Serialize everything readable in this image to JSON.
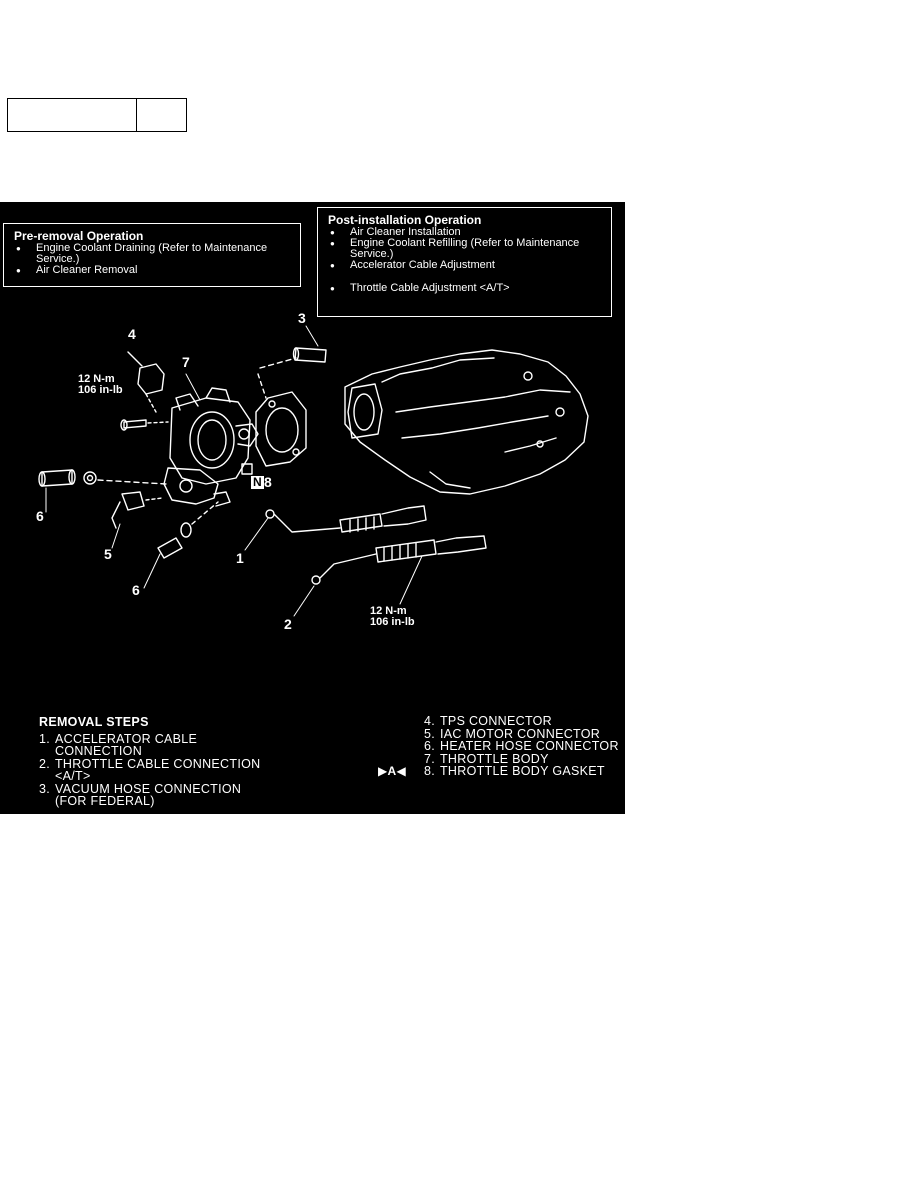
{
  "pre_removal": {
    "title": "Pre-removal Operation",
    "items": [
      "Engine Coolant Draining (Refer to Maintenance Service.)",
      "Air Cleaner Removal"
    ]
  },
  "post_installation": {
    "title": "Post-installation Operation",
    "items": [
      "Air Cleaner Installation",
      "Engine Coolant Refilling (Refer to Maintenance Service.)",
      "Accelerator Cable Adjustment",
      "Throttle Cable Adjustment <A/T>"
    ]
  },
  "callouts": {
    "c1": "1",
    "c2": "2",
    "c3": "3",
    "c4": "4",
    "c5": "5",
    "c6a": "6",
    "c6b": "6",
    "c7": "7",
    "c8": "8",
    "n_symbol": "N"
  },
  "torque": {
    "upper_nm": "12 N-m",
    "upper_inlb": "106 in-lb",
    "lower_nm": "12 N-m",
    "lower_inlb": "106 in-lb"
  },
  "removal_steps": {
    "title": "REMOVAL STEPS",
    "left": [
      {
        "num": "1.",
        "text": "ACCELERATOR CABLE\nCONNECTION"
      },
      {
        "num": "2.",
        "text": "THROTTLE CABLE CONNECTION\n<A/T>"
      },
      {
        "num": "3.",
        "text": "VACUUM HOSE CONNECTION\n(FOR FEDERAL)"
      }
    ],
    "right": [
      {
        "num": "4.",
        "text": "TPS CONNECTOR",
        "marker": ""
      },
      {
        "num": "5.",
        "text": "IAC MOTOR CONNECTOR",
        "marker": ""
      },
      {
        "num": "6.",
        "text": "HEATER HOSE CONNECTOR",
        "marker": ""
      },
      {
        "num": "7.",
        "text": "THROTTLE BODY",
        "marker": ""
      },
      {
        "num": "8.",
        "text": "THROTTLE BODY GASKET",
        "marker": "▶A◀"
      }
    ]
  }
}
